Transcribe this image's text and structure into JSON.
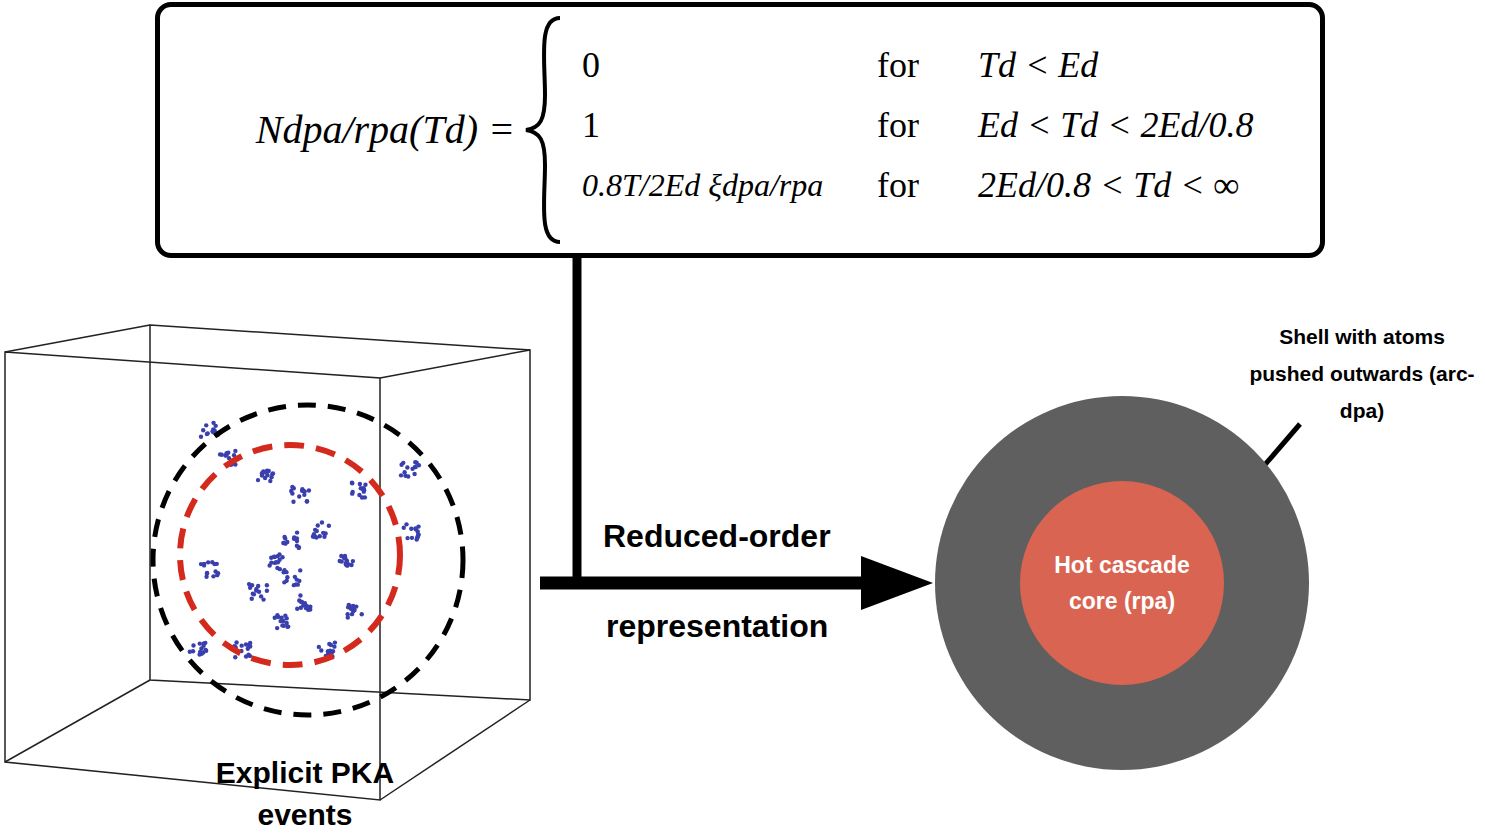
{
  "diagram": {
    "nodes": [
      {
        "text": [
          "Ndpa/rpa(Td) =",
          "0",
          "for",
          "Td < Ed",
          "1",
          "for",
          "Ed < Td < 2Ed/0.8",
          "0.8T/2Ed ξdpa/rpa",
          "for",
          "2Ed/0.8 < Td < ∞"
        ]
      },
      {
        "text": [
          "Explicit PKA events"
        ]
      },
      {
        "text": [
          "Shell with atoms pushed outwards (arc-dpa)"
        ]
      },
      {
        "text": [
          "Hot cascade core (rpa)"
        ],
        "in": 2
      }
    ],
    "edges": [
      {
        "from": 1,
        "to": 2,
        "arrow": "to"
      }
    ],
    "labels": [
      "Reduced-order",
      "representation"
    ]
  }
}
